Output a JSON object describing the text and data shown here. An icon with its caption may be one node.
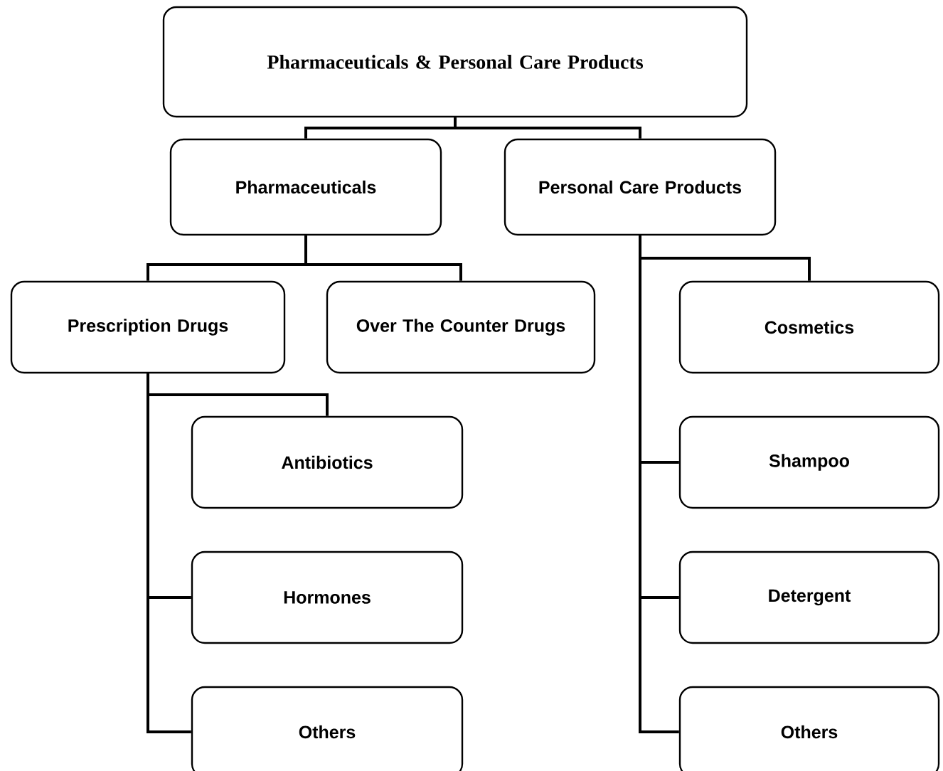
{
  "diagram": {
    "nodes": [
      {
        "text": [
          "Pharmaceuticals & Personal Care Products"
        ]
      },
      {
        "text": [
          "Pharmaceuticals"
        ]
      },
      {
        "text": [
          "Personal Care Products"
        ]
      },
      {
        "text": [
          "Prescription Drugs"
        ]
      },
      {
        "text": [
          "Over The Counter Drugs"
        ]
      },
      {
        "text": [
          "Antibiotics"
        ]
      },
      {
        "text": [
          "Hormones"
        ]
      },
      {
        "text": [
          "Others"
        ]
      },
      {
        "text": [
          "Cosmetics"
        ]
      },
      {
        "text": [
          "Shampoo"
        ]
      },
      {
        "text": [
          "Detergent"
        ]
      },
      {
        "text": [
          "Others"
        ]
      }
    ],
    "edges": [
      {
        "from": 0,
        "to": 1,
        "arrow": "none"
      },
      {
        "from": 0,
        "to": 2,
        "arrow": "none"
      },
      {
        "from": 1,
        "to": 3,
        "arrow": "none"
      },
      {
        "from": 1,
        "to": 4,
        "arrow": "none"
      },
      {
        "from": 3,
        "to": 5,
        "arrow": "none"
      },
      {
        "from": 3,
        "to": 6,
        "arrow": "none"
      },
      {
        "from": 3,
        "to": 7,
        "arrow": "none"
      },
      {
        "from": 2,
        "to": 8,
        "arrow": "none"
      },
      {
        "from": 2,
        "to": 9,
        "arrow": "none"
      },
      {
        "from": 2,
        "to": 10,
        "arrow": "none"
      },
      {
        "from": 2,
        "to": 11,
        "arrow": "none"
      }
    ]
  }
}
